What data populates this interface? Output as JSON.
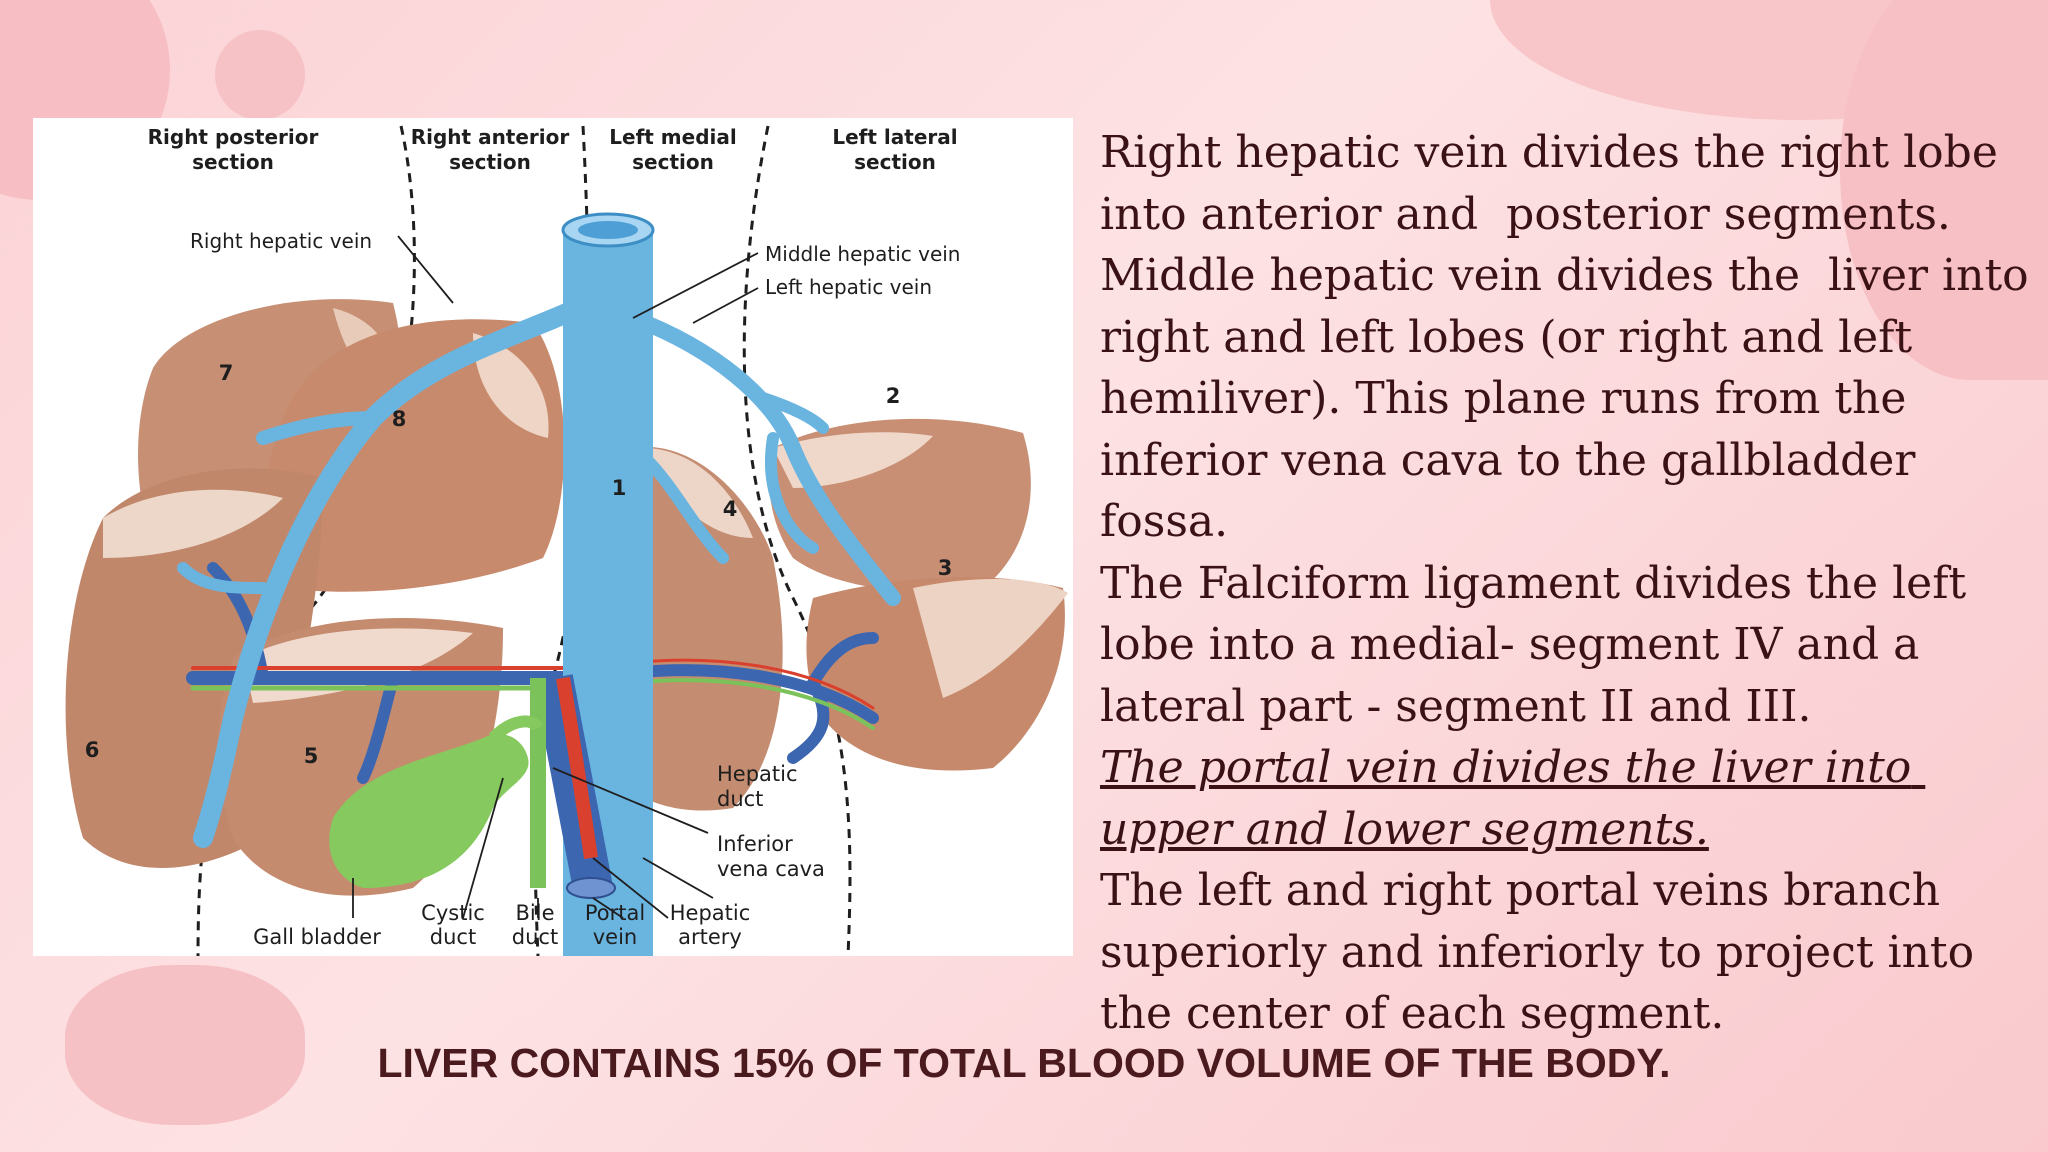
{
  "figure": {
    "section_labels": [
      {
        "line1": "Right posterior",
        "line2": "section"
      },
      {
        "line1": "Right anterior",
        "line2": "section"
      },
      {
        "line1": "Left medial",
        "line2": "section"
      },
      {
        "line1": "Left lateral",
        "line2": "section"
      }
    ],
    "vein_labels": {
      "right_hepatic": "Right hepatic vein",
      "middle_hepatic": "Middle hepatic vein",
      "left_hepatic": "Left hepatic vein"
    },
    "segment_numbers": [
      "1",
      "2",
      "3",
      "4",
      "5",
      "6",
      "7",
      "8"
    ],
    "bottom_labels": {
      "hepatic_duct": {
        "line1": "Hepatic",
        "line2": "duct"
      },
      "inferior_vena_cava": {
        "line1": "Inferior",
        "line2": "vena cava"
      },
      "gall_bladder": "Gall bladder",
      "cystic_duct": {
        "line1": "Cystic",
        "line2": "duct"
      },
      "bile_duct": {
        "line1": "Bile",
        "line2": "duct"
      },
      "portal_vein": {
        "line1": "Portal",
        "line2": "vein"
      },
      "hepatic_artery": {
        "line1": "Hepatic",
        "line2": "artery"
      }
    },
    "colors": {
      "liver": "#c98f74",
      "hepatic_vein": "#6ab4e0",
      "portal_vein": "#3c66b0",
      "artery": "#d9412e",
      "bile": "#7cc25a"
    }
  },
  "text": {
    "p1": "Right hepatic vein divides the right lobe into anterior and  posterior segments.",
    "p2": "Middle hepatic vein divides the  liver into right and left lobes (or right and left hemiliver). This plane runs from the inferior vena cava to the gallbladder fossa.",
    "p3": "The Falciform ligament divides the left lobe into a medial- segment IV and a lateral part - segment II and III.",
    "p4": "The portal vein divides the liver into upper and lower segments.",
    "p5": "The left and right portal veins branch superiorly and inferiorly to project into the center of each segment."
  },
  "footer": "LIVER CONTAINS 15% OF TOTAL BLOOD VOLUME OF THE BODY."
}
